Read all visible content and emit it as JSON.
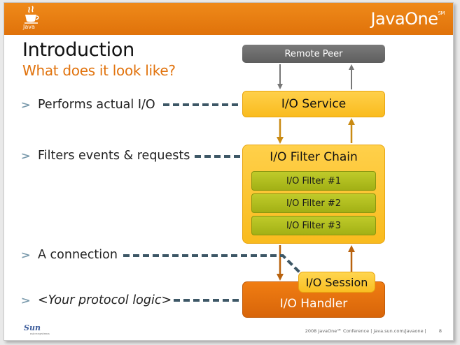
{
  "header": {
    "java_logo_text": "Java",
    "brand": "JavaOne",
    "brand_mark": "SM"
  },
  "title": "Introduction",
  "subtitle": "What does it look like?",
  "bullets": [
    {
      "text": "Performs actual I/O"
    },
    {
      "text": "Filters events & requests"
    },
    {
      "text": "A connection"
    },
    {
      "text": "<Your protocol logic>"
    }
  ],
  "diagram": {
    "remote_peer": "Remote Peer",
    "io_service": "I/O Service",
    "filter_chain": "I/O Filter Chain",
    "filters": [
      "I/O Filter #1",
      "I/O Filter #2",
      "I/O Filter #3"
    ],
    "io_session": "I/O Session",
    "io_handler": "I/O Handler",
    "colors": {
      "remote": "#666666",
      "service": "#fbc42f",
      "filter": "#aebb1c",
      "handler": "#e5700c",
      "arrow_down": "#c98a12",
      "arrow_up_gray": "#777777",
      "connector": "#3d5766"
    }
  },
  "footer": {
    "sun_logo": "Sun",
    "sun_sub": "microsystems",
    "text": "2008 JavaOne℠ Conference | java.sun.com/javaone |",
    "page": "8"
  }
}
